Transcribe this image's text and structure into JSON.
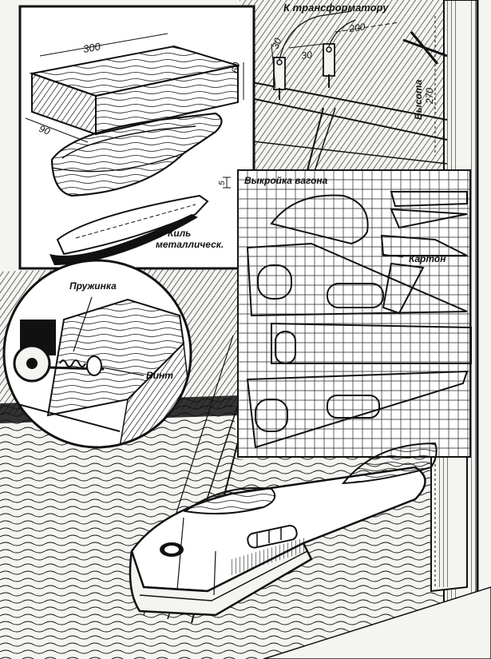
{
  "labels": {
    "transformer": "К трансформатору",
    "height": "Высота",
    "height_value": "270",
    "wagon_pattern": "Выкройка вагона",
    "cardboard": "Картон",
    "keel_line1": "Киль",
    "keel_line2": "металлическ.",
    "spring": "Пружинка",
    "propeller": "Винт"
  },
  "dimensions": {
    "block_length": "300",
    "block_height": "60",
    "block_width": "90",
    "gap_small": "30",
    "gap_medium": "30",
    "span_top": "200",
    "grid_cell": "5"
  },
  "colors": {
    "ink": "#111111",
    "paper": "#f4f4f1",
    "grid": "#222222"
  }
}
